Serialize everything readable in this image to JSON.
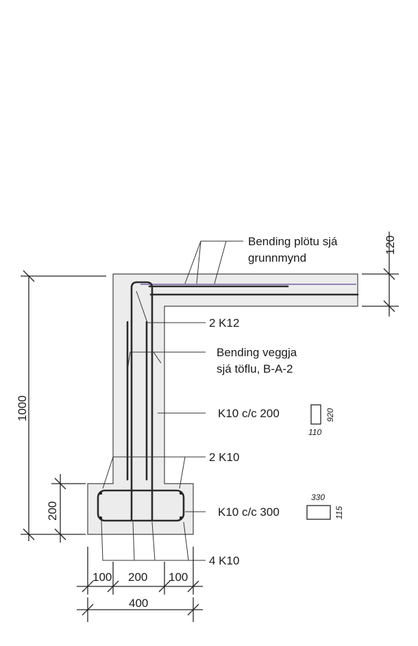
{
  "labels": {
    "slab_bending_line1": "Bending plötu sjá",
    "slab_bending_line2": "grunnmynd",
    "top_bars": "2 K12",
    "wall_bending_line1": "Bending veggja",
    "wall_bending_line2": "sjá töflu,  B-A-2",
    "wall_stirrups": "K10 c/c 200",
    "mid_bars": "2 K10",
    "footing_stirrups": "K10 c/c 300",
    "bottom_bars": "4 K10"
  },
  "stirrup_shapes": {
    "wall": {
      "height_label": "920",
      "width_label": "110"
    },
    "footing": {
      "width_label": "330",
      "height_label": "115"
    }
  },
  "dimensions": {
    "slab_thickness": "120",
    "wall_height": "1000",
    "footing_height": "200",
    "left_offset": "100",
    "wall_width": "200",
    "right_offset": "100",
    "footing_width": "400"
  }
}
